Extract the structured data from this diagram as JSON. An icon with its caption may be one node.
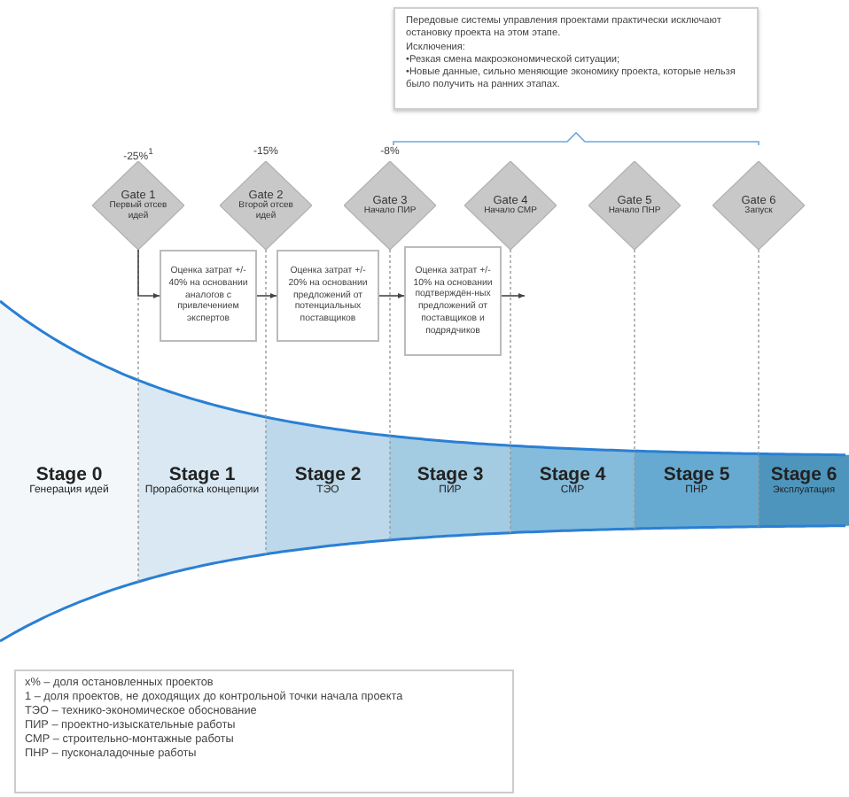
{
  "diagram": {
    "nodes": [
      {
        "text": [
          "Передовые системы управления проектами практически исключают остановку проекта на этом этапе.",
          "Исключения:",
          "•Резкая смена макроэкономической ситуации;",
          "•Новые данные, сильно меняющие экономику проекта, которые нельзя было получить на ранних этапах."
        ]
      },
      {
        "text": [
          "Gate 1",
          "Первый отсев идей"
        ],
        "beside": [
          "-25%$^{1}$"
        ]
      },
      {
        "text": [
          "Gate 2",
          "Второй отсев идей"
        ],
        "beside": [
          "-15%"
        ]
      },
      {
        "text": [
          "Gate 3",
          "Начало ПИР"
        ],
        "beside": [
          "-8%"
        ]
      },
      {
        "text": [
          "Gate 4",
          "Начало СМР"
        ]
      },
      {
        "text": [
          "Gate 5",
          "Начало ПНР"
        ]
      },
      {
        "text": [
          "Gate 6",
          "Запуск"
        ]
      },
      {
        "text": [
          "Оценка затрат +/- 40% на основании аналогов с привлечением экспертов"
        ]
      },
      {
        "text": [
          "Оценка затрат +/- 20% на основании предложений от потенциальных поставщиков"
        ]
      },
      {
        "text": [
          "Оценка затрат +/- 10% на основании подтверждён-ных предложений от поставщиков и подрядчиков"
        ]
      },
      {
        "text": [
          "Stage 0",
          "Генерация идей"
        ]
      },
      {
        "text": [
          "Stage 1",
          "Проработка концепции"
        ]
      },
      {
        "text": [
          "Stage 2",
          "ТЭО"
        ]
      },
      {
        "text": [
          "Stage 3",
          "ПИР"
        ]
      },
      {
        "text": [
          "Stage 4",
          "СМР"
        ]
      },
      {
        "text": [
          "Stage 5",
          "ПНР"
        ]
      },
      {
        "text": [
          "Stage 6",
          "Эксплуатация"
        ]
      },
      {
        "text": [
          "x% – доля остановленных проектов",
          "1 – доля проектов, не доходящих до контрольной точки начала проекта",
          "ТЭО – технико-экономическое обоснование",
          "ПИР – проектно-изыскательные работы",
          "СМР – строительно-монтажные работы",
          "ПНР – пусконаладочные работы"
        ]
      }
    ],
    "edges": [
      {
        "from": 1,
        "to": 7,
        "arrow": "to"
      },
      {
        "from": 7,
        "to": 8,
        "arrow": "to"
      },
      {
        "from": 8,
        "to": 9,
        "arrow": "to"
      },
      {
        "from": 9,
        "to": null,
        "arrow": "to"
      }
    ]
  }
}
